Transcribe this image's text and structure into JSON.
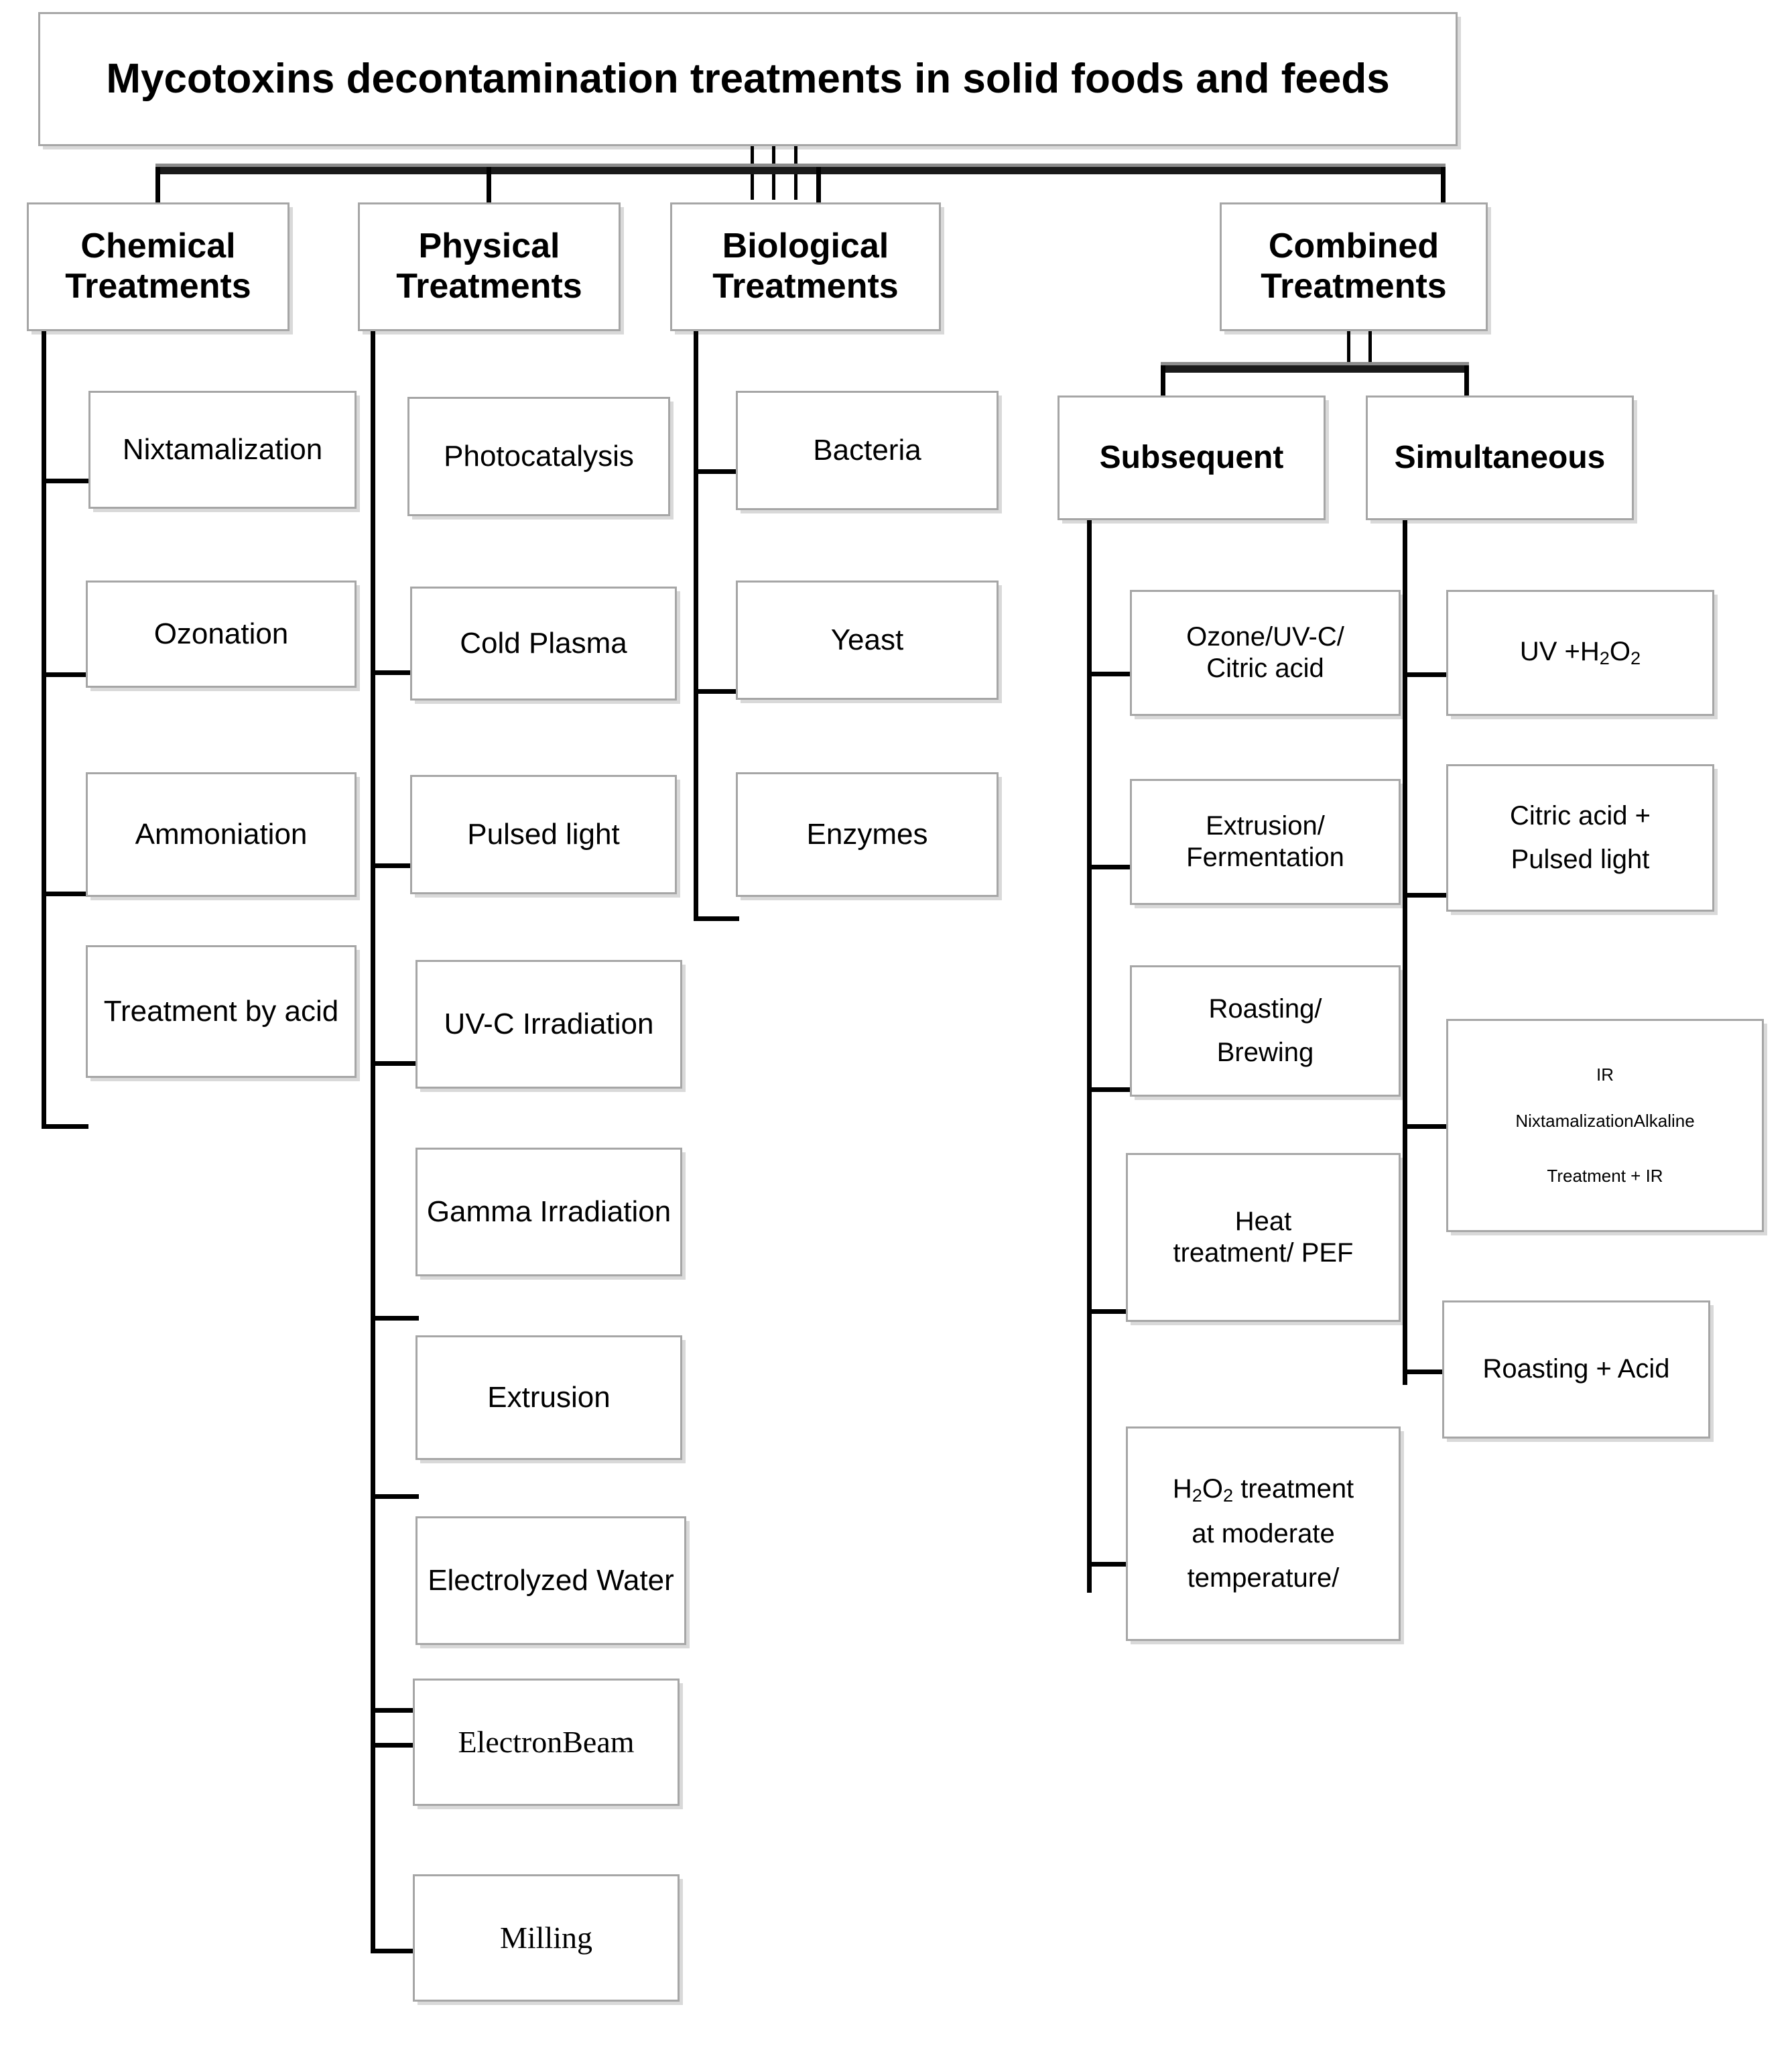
{
  "diagram": {
    "root": {
      "label": "Mycotoxins decontamination treatments in solid foods and feeds"
    },
    "categories": [
      {
        "id": "chemical",
        "label": "Chemical Treatments"
      },
      {
        "id": "physical",
        "label": "Physical Treatments"
      },
      {
        "id": "biological",
        "label": "Biological Treatments"
      },
      {
        "id": "combined",
        "label": "Combined Treatments"
      }
    ],
    "combined_subcategories": [
      {
        "id": "subsequent",
        "label": "Subsequent"
      },
      {
        "id": "simultaneous",
        "label": "Simultaneous"
      }
    ],
    "chemical_items": [
      {
        "label": "Nixtamalization"
      },
      {
        "label": "Ozonation"
      },
      {
        "label": "Ammoniation"
      },
      {
        "label": "Treatment by acid"
      }
    ],
    "physical_items": [
      {
        "label": "Photocatalysis"
      },
      {
        "label": "Cold Plasma"
      },
      {
        "label": "Pulsed light"
      },
      {
        "label": "UV-C Irradiation"
      },
      {
        "label": "Gamma Irradiation"
      },
      {
        "label": "Extrusion"
      },
      {
        "label": "Electrolyzed Water"
      },
      {
        "label": "ElectronBeam"
      },
      {
        "label": "Milling"
      }
    ],
    "biological_items": [
      {
        "label": "Bacteria"
      },
      {
        "label": "Yeast"
      },
      {
        "label": "Enzymes"
      }
    ],
    "subsequent_items": [
      {
        "line1": "Ozone/UV-C/",
        "line2": "Citric acid"
      },
      {
        "line1": "Extrusion/",
        "line2": "Fermentation"
      },
      {
        "line1": "Roasting/",
        "line2": "Brewing"
      },
      {
        "line1": "Heat",
        "line2": "treatment/ PEF"
      },
      {
        "line1": "H2O2 treatment",
        "line2": "at moderate",
        "line3": "temperature/"
      }
    ],
    "simultaneous_items": [
      {
        "line1": "UV +H2O2"
      },
      {
        "line1": "Citric acid +",
        "line2": "Pulsed light"
      },
      {
        "line1": "IR",
        "line2": "NixtamalizationAlkaline",
        "line3": "Treatment + IR"
      },
      {
        "line1": "Roasting + Acid"
      }
    ]
  },
  "colors": {
    "box_border": "#a6a6a6",
    "box_shadow": "#d9d9d9",
    "connector": "#000000",
    "background": "#ffffff"
  }
}
